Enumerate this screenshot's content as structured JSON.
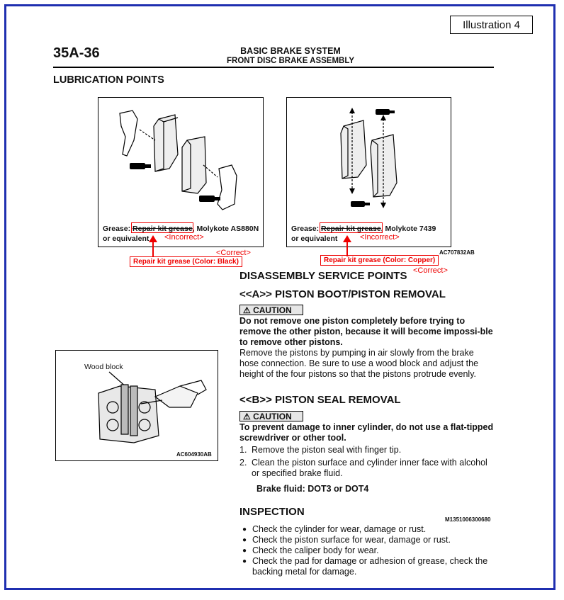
{
  "illustration_label": "Illustration 4",
  "page_number": "35A-36",
  "header": {
    "title": "BASIC BRAKE SYSTEM",
    "subtitle": "FRONT DISC BRAKE ASSEMBLY"
  },
  "lubrication_title": "LUBRICATION POINTS",
  "panel_left": {
    "grease_prefix": "Grease: ",
    "grease_struck": "Repair kit grease",
    "grease_rest": ", Molykote AS880N",
    "equivalent": "or equivalent",
    "incorrect": "<Incorrect>",
    "correct": "<Correct>",
    "red_box": "Repair kit grease (Color: Black)"
  },
  "panel_right": {
    "grease_prefix": "Grease: ",
    "grease_struck": "Repair kit grease",
    "grease_rest": ", Molykote 7439",
    "equivalent": "or equivalent",
    "incorrect": "<Incorrect>",
    "correct": "<Correct>",
    "red_box": "Repair kit grease (Color: Copper)",
    "code": "AC707832AB"
  },
  "figure_bottom": {
    "label": "Wood block",
    "code": "AC604930AB"
  },
  "disassembly_title": "DISASSEMBLY SERVICE POINTS",
  "section_a": {
    "title": "<<A>> PISTON BOOT/PISTON REMOVAL",
    "caution": "CAUTION",
    "warning": "Do not remove one piston completely before trying to remove the other piston, because it will become impossi-ble to remove other pistons.",
    "body": "Remove the pistons by pumping in air slowly from the brake hose connection. Be sure to use a wood block and adjust the height of the four pistons so that the pistons protrude evenly."
  },
  "section_b": {
    "title": "<<B>> PISTON SEAL REMOVAL",
    "caution": "CAUTION",
    "warning": "To prevent damage to inner cylinder, do not use a flat-tipped screwdriver or other tool.",
    "steps": [
      {
        "num": "1.",
        "text": "Remove the piston seal with finger tip."
      },
      {
        "num": "2.",
        "text": "Clean the piston surface and cylinder inner face with alcohol or specified brake fluid."
      }
    ],
    "fluid": "Brake fluid: DOT3 or DOT4"
  },
  "inspection": {
    "title": "INSPECTION",
    "code": "M1351006300680",
    "items": [
      "Check the cylinder for wear, damage or rust.",
      "Check the piston surface for wear, damage or rust.",
      "Check the caliper body for wear.",
      "Check the pad for damage or adhesion of grease, check the backing metal for damage."
    ]
  },
  "colors": {
    "frame_blue": "#1f2fb0",
    "annotation_red": "#e00000"
  }
}
